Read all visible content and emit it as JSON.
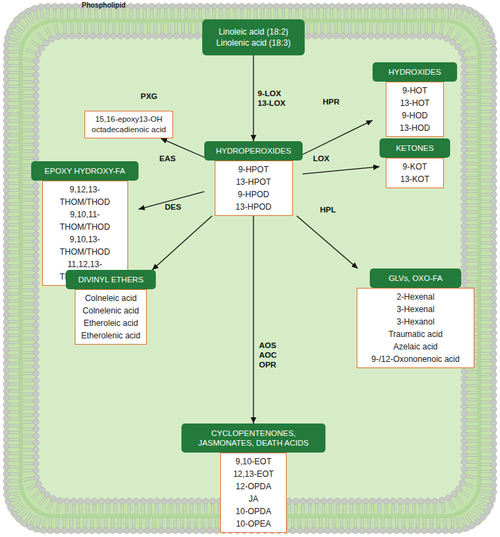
{
  "diagram": {
    "nodes": [
      {
        "text": [
          "Linoleic acid (18:2)",
          "Linolenic acid (18:3)"
        ]
      },
      {
        "text": [
          "HYDROPEROXIDES",
          "9-HPOT",
          "13-HPOT",
          "9-HPOD",
          "13-HPOD"
        ]
      },
      {
        "text": [
          "HYDROXIDES",
          "9-HOT",
          "13-HOT",
          "9-HOD",
          "13-HOD"
        ]
      },
      {
        "text": [
          "15,16-epoxy13-OH octadecadienoic acid"
        ]
      },
      {
        "text": [
          "KETONES",
          "9-KOT",
          "13-KOT"
        ]
      },
      {
        "text": [
          "EPOXY HYDROXY-FA",
          "9,12,13-THOM/THOD",
          "9,10,11-THOM/THOD",
          "9,10,13-THOM/THOD",
          "11,12,13-THOM/THOD"
        ]
      },
      {
        "text": [
          "DIVINYL ETHERS",
          "Colneleic acid",
          "Colnelenic acid",
          "Etheroleic acid",
          "Etherolenic acid"
        ]
      },
      {
        "text": [
          "GLVs, OXO-FA",
          "2-Hexenal",
          "3-Hexenal",
          "3-Hexanol",
          "Traumatic acid",
          "Azelaic acid",
          "9-/12-Oxononenoic acid"
        ]
      },
      {
        "text": [
          "CYCLOPENTENONES, JASMONATES, DEATH ACIDS",
          "9,10-EOT",
          "12,13-EOT",
          "12-OPDA",
          "JA",
          "10-OPDA",
          "10-OPEA"
        ]
      }
    ],
    "edges": [
      {
        "from": 0,
        "to": 1,
        "arrow": "to",
        "label": "9-LOX 13-LOX"
      },
      {
        "from": 1,
        "to": 3,
        "arrow": "to",
        "label": "PXG"
      },
      {
        "from": 1,
        "to": 2,
        "arrow": "to",
        "label": "HPR"
      },
      {
        "from": 1,
        "to": 5,
        "arrow": "to",
        "label": "EAS"
      },
      {
        "from": 1,
        "to": 4,
        "arrow": "to",
        "label": "LOX"
      },
      {
        "from": 1,
        "to": 6,
        "arrow": "to",
        "label": "DES"
      },
      {
        "from": 1,
        "to": 7,
        "arrow": "to",
        "label": "HPL"
      },
      {
        "from": 1,
        "to": 8,
        "arrow": "to",
        "label": "AOS AOC OPR"
      }
    ],
    "labels": [
      "Phospholipid"
    ]
  }
}
